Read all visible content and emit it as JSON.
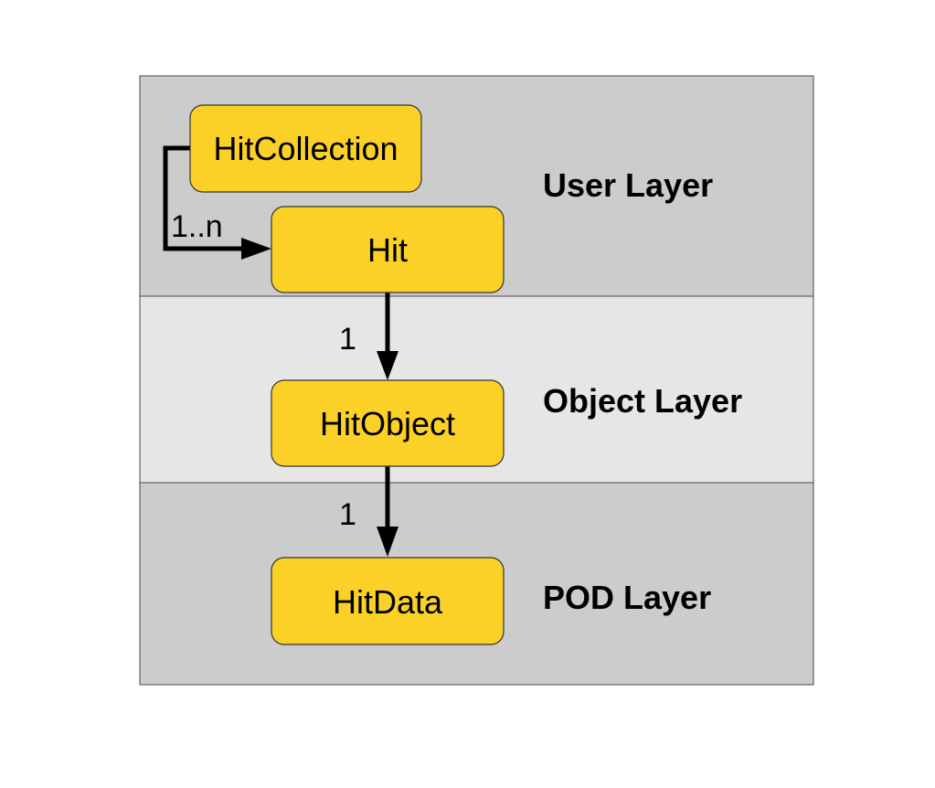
{
  "layers": [
    {
      "id": "user",
      "label": "User Layer",
      "fill": "#cccccc"
    },
    {
      "id": "object",
      "label": "Object Layer",
      "fill": "#e6e6e6"
    },
    {
      "id": "pod",
      "label": "POD Layer",
      "fill": "#cccccc"
    }
  ],
  "nodes": {
    "hit_collection": {
      "label": "HitCollection"
    },
    "hit": {
      "label": "Hit"
    },
    "hit_object": {
      "label": "HitObject"
    },
    "hit_data": {
      "label": "HitData"
    }
  },
  "edges": [
    {
      "from": "hit_collection",
      "to": "hit",
      "multiplicity": "1..n"
    },
    {
      "from": "hit",
      "to": "hit_object",
      "multiplicity": "1"
    },
    {
      "from": "hit_object",
      "to": "hit_data",
      "multiplicity": "1"
    }
  ],
  "colors": {
    "node_fill": "#fbd128",
    "node_stroke": "#333333",
    "edge": "#000000"
  }
}
